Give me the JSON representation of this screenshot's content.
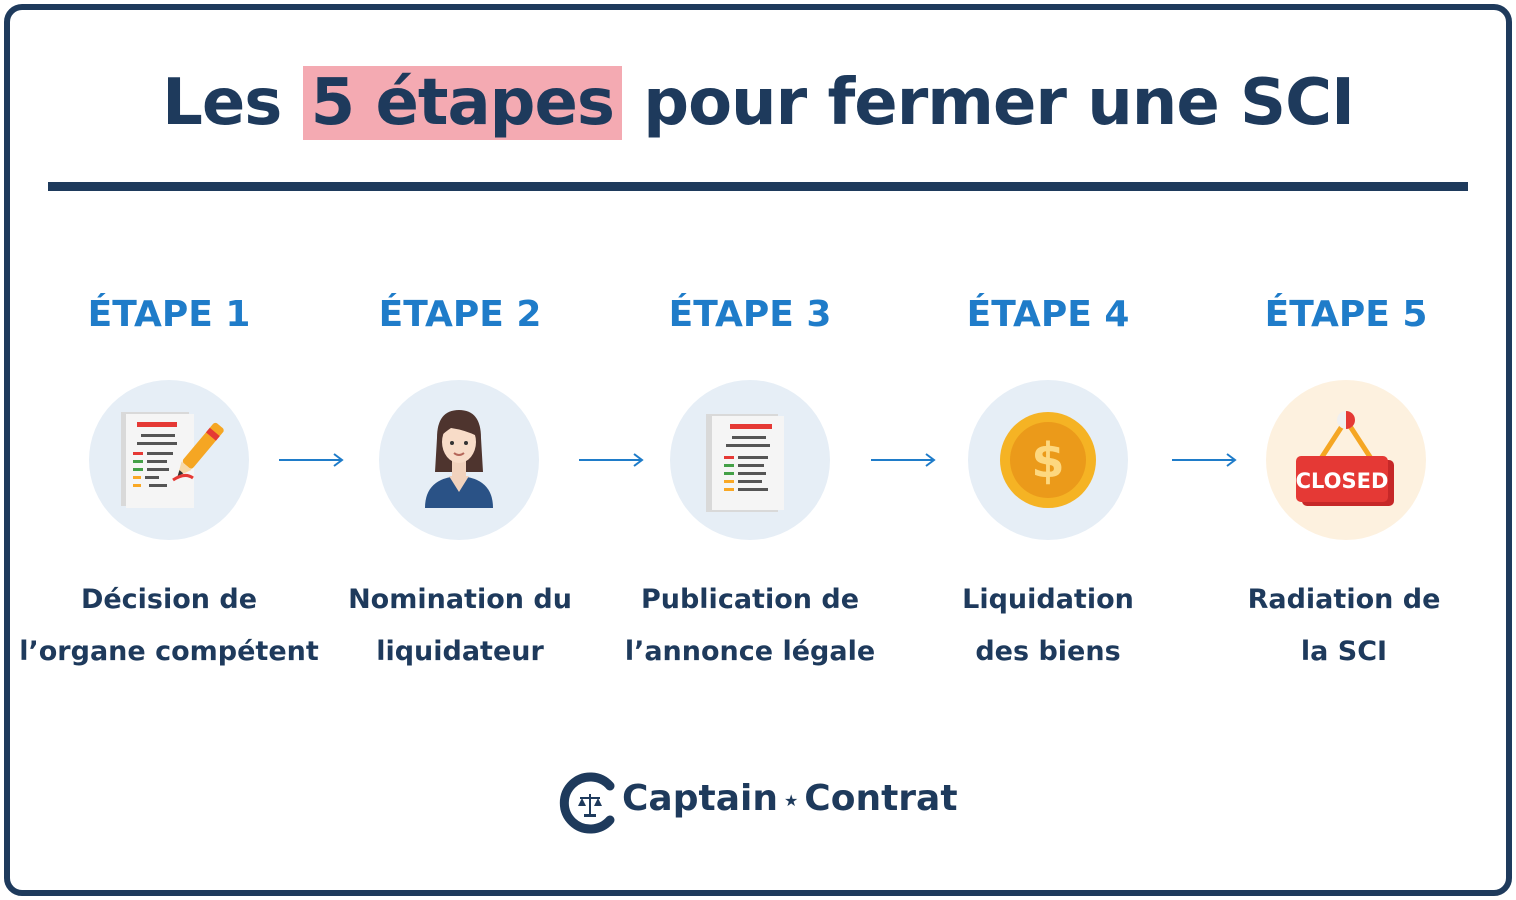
{
  "title": {
    "before": "Les",
    "highlight": "5 étapes",
    "after": "pour fermer une SCI"
  },
  "steps": [
    {
      "label": "ÉTAPE 1",
      "line1": "Décision de",
      "line2": "l’organe compétent",
      "icon": "document-pen-icon"
    },
    {
      "label": "ÉTAPE 2",
      "line1": "Nomination du",
      "line2": "liquidateur",
      "icon": "person-icon"
    },
    {
      "label": "ÉTAPE 3",
      "line1": "Publication de",
      "line2": "l’annonce légale",
      "icon": "document-icon"
    },
    {
      "label": "ÉTAPE 4",
      "line1": "Liquidation",
      "line2": "des biens",
      "icon": "coin-dollar-icon"
    },
    {
      "label": "ÉTAPE 5",
      "line1": "Radiation de",
      "line2": "la SCI",
      "icon": "closed-sign-icon",
      "sign_text": "CLOSED"
    }
  ],
  "brand": {
    "name_left": "Captain",
    "star": "★",
    "name_right": "Contrat"
  },
  "colors": {
    "navy": "#1e3a5c",
    "blue": "#1f7cc9",
    "highlight": "#f4aab2",
    "circle": "#e6eef6"
  }
}
